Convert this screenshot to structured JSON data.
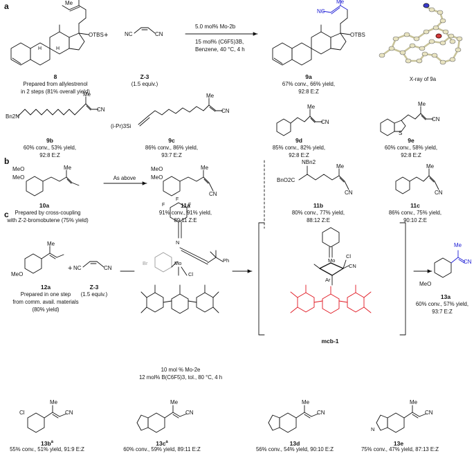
{
  "panels": {
    "a": "a",
    "b": "b",
    "c": "c"
  },
  "scheme_a": {
    "reactant_label": "8",
    "reactant_caption": [
      "Prepared from allylestrenol",
      "in 2 steps (81% overall yield)"
    ],
    "reagent_label": "Z-3",
    "reagent_equiv": "(1.5 equiv.)",
    "conditions": [
      "5.0 mol% Mo-2b",
      "15 mol% (C6F5)3B,",
      "Benzene, 40 °C, 4 h"
    ],
    "product_label": "9a",
    "product_caption": [
      "67% conv., 66% yield,",
      "92:8 E:Z"
    ],
    "xray_caption": "X-ray of 9a",
    "otbs": "OTBS",
    "nc": "NC",
    "me": "Me",
    "h": "H",
    "plus": "+"
  },
  "row_a_products": [
    {
      "label": "9b",
      "lines": [
        "60% conv., 53% yield,",
        "92:8 E:Z"
      ],
      "group": "Bn2N"
    },
    {
      "label": "9c",
      "lines": [
        "86% conv., 86% yield,",
        "93:7 E:Z"
      ],
      "group": "(i-Pr)3Si"
    },
    {
      "label": "9d",
      "lines": [
        "85% conv., 82% yield,",
        "92:8 E:Z"
      ]
    },
    {
      "label": "9e",
      "lines": [
        "60% conv., 58% yield,",
        "92:8 E:Z"
      ],
      "group": "S"
    }
  ],
  "scheme_b": {
    "reactant_label": "10a",
    "reactant_caption": [
      "Prepared by cross-coupling",
      "with Z-2-bromobutene (75% yield)"
    ],
    "arrow_text": "As above",
    "products": [
      {
        "label": "11a",
        "lines": [
          "91% conv., 91% yield,",
          "89:11 Z:E"
        ]
      },
      {
        "label": "11b",
        "lines": [
          "80% conv., 77% yield,",
          "88:12 Z:E"
        ],
        "group": "NBn2",
        "ester": "BnO2C"
      },
      {
        "label": "11c",
        "lines": [
          "86% conv., 75% yield,",
          "90:10 Z:E"
        ]
      }
    ],
    "ome": "MeO"
  },
  "scheme_c": {
    "reactant_label": "12a",
    "reactant_caption": [
      "Prepared in one step",
      "from comm. avail. materials",
      "(80% yield)"
    ],
    "reagent_label": "Z-3",
    "reagent_equiv": "(1.5 equiv.)",
    "catalyst_conditions": [
      "10 mol % Mo-2e",
      "12 mol% B(C6F5)3, tol., 80 °C, 4 h"
    ],
    "intermediate_label": "mcb-1",
    "product_label": "13a",
    "product_caption": [
      "60% conv., 57% yield,",
      "93:7 E:Z"
    ],
    "atoms": {
      "br": "Br",
      "mo": "Mo",
      "cl": "Cl",
      "n": "N",
      "ph": "Ph",
      "ar": "Ar",
      "f": "F"
    }
  },
  "row_c_products": [
    {
      "label": "13b",
      "sup": "a",
      "lines": [
        "55% conv., 51% yield,",
        "91:9 E:Z"
      ],
      "group": "Cl"
    },
    {
      "label": "13c",
      "sup": "a",
      "lines": [
        "60% conv., 59% yield,",
        "89:11 E:Z"
      ]
    },
    {
      "label": "13d",
      "lines": [
        "56% conv., 54% yield,",
        "90:10 E:Z"
      ]
    },
    {
      "label": "13e",
      "lines": [
        "75% conv., 47% yield,",
        "87:13 E:Z"
      ],
      "group": "N"
    }
  ],
  "colors": {
    "ink": "#111111",
    "product_blue": "#1a1ad4",
    "mcb_red": "#e0141e",
    "xray_carbon": "#c8c39a",
    "xray_o": "#d23a3a",
    "xray_n": "#3a3ad0"
  }
}
